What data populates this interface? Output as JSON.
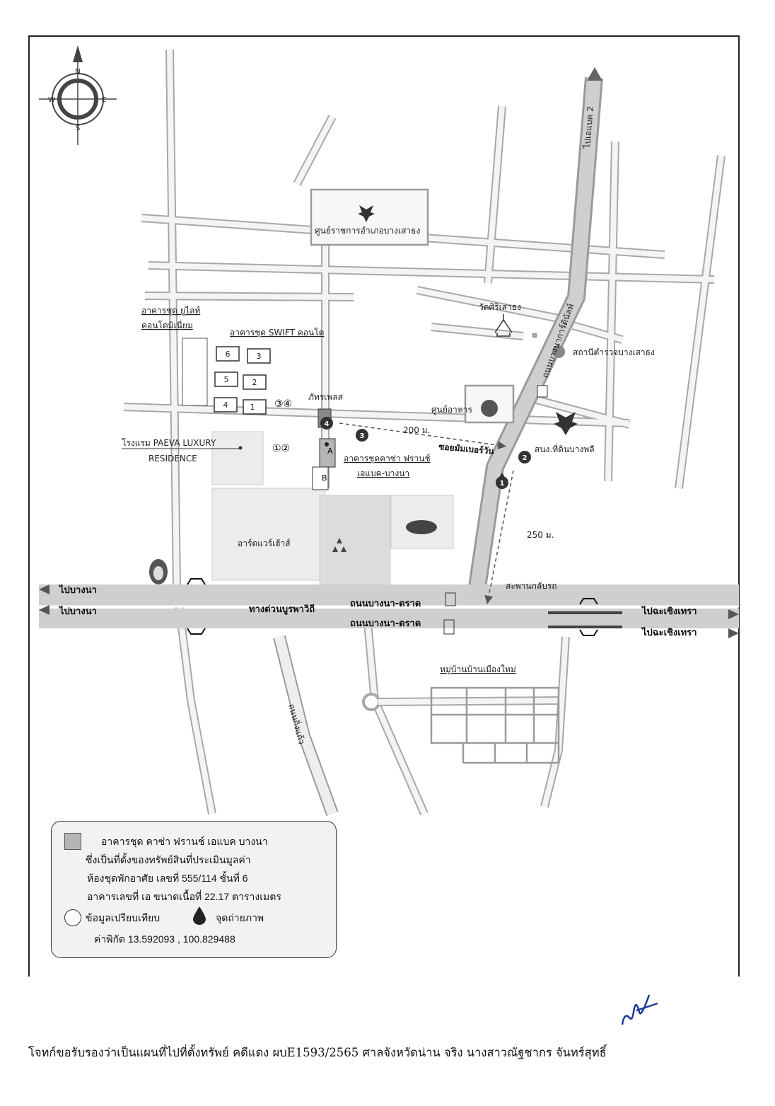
{
  "compass": {
    "n": "N",
    "s": "S",
    "e": "E",
    "w": "W"
  },
  "roads": {
    "to_bangna_1": "ไปบางนา",
    "to_bangna_2": "ไปบางนา",
    "to_chachoengsao_1": "ไปฉะเชิงเทรา",
    "to_chachoengsao_2": "ไปฉะเชิงเทรา",
    "burapha_expressway": "ทางด่วนบูรพาวิถี",
    "bangna_trat_1": "ถนนบางนา-ตราด",
    "bangna_trat_2": "ถนนบางนา-ตราด",
    "to_abac2": "ไปเอแบค 2",
    "bangna_kaeo_road": "ถนนบางนาการ์ดินัลพ์",
    "king_kaeo_road": "ถนนกิ่งแก้ว",
    "soi": "ซอยมัมเบอร์วัน",
    "u_turn": "สะพานกลับรถ"
  },
  "places": {
    "district_office": "ศูนย์ราชการอำเภอบางเสาธง",
    "wat": "วัดศิริเสาธง",
    "police": "สถานีตำรวจบางเสาธง",
    "food_court": "ศูนย์อาหาร",
    "land_office": "สนง.ที่ดินบางพลี",
    "ulite": "อาคารชุด ยูไลท์",
    "ulite2": "คอนโดมิเนี่ยม",
    "swift": "อาคารชุด SWIFT คอนโด",
    "phatra": "ภัทรเพลส",
    "paeva1": "โรงแรม PAEVA LUXURY",
    "paeva2": "RESIDENCE",
    "subject1": "อาคารชุดคาซ่า ฟรานช์",
    "subject2": "เอแบค-บางนา",
    "artware": "อาร์ตแวร์เฮ้าส์",
    "village": "หมู่บ้านบ้านเมืองใหม่"
  },
  "distances": {
    "d200": "200 ม.",
    "d250": "250 ม."
  },
  "buildings": [
    "6",
    "3",
    "5",
    "2",
    "4",
    "1"
  ],
  "markers": {
    "m1": "1",
    "m2": "2",
    "m3": "3",
    "m4": "4",
    "a": "A",
    "b": "B",
    "c12": "①②",
    "c34": "③④"
  },
  "legend": {
    "line1": "อาคารชุด คาซ่า ฟรานช์ เอแบค บางนา",
    "line2": "ซึ่งเป็นที่ตั้งของทรัพย์สินที่ประเมินมูลค่า",
    "line3": "ห้องชุดพักอาศัย เลขที่ 555/114 ชั้นที่ 6",
    "line4": "อาคารเลขที่ เอ ขนาดเนื้อที่ 22.17 ตารางเมตร",
    "compare": "ข้อมูลเปรียบเทียบ",
    "photo": "จุดถ่ายภาพ",
    "coords": "ค่าพิกัด 13.592093 , 100.829488"
  },
  "footer": "โจทก์ขอรับรองว่าเป็นแผนที่ไปที่ตั้งทรัพย์ คดีแดง ผบE1593/2565 ศาลจังหวัดน่าน จริง  นางสาวณัฐชากร จันทร์สุทธิ์",
  "colors": {
    "road": "#d9d9d9",
    "road_edge": "#9a9a9a",
    "main_road": "#cfcfcf",
    "subject": "#b5b5b5",
    "signature": "#1a3a9a"
  }
}
